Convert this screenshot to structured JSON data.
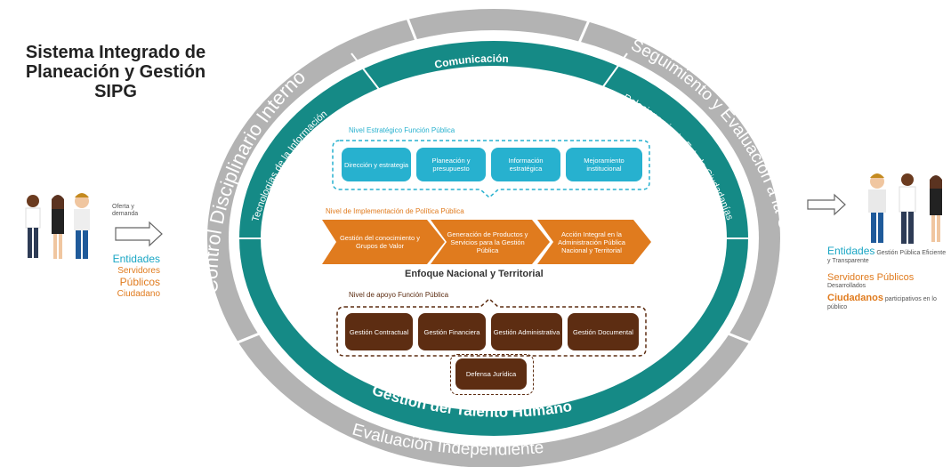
{
  "title": [
    "Sistema Integrado de",
    "Planeación y Gestión",
    "SIPG"
  ],
  "rings": {
    "outer_left": "Control Disciplinario Interno",
    "outer_right": "Seguimiento y Evaluación a la Gestión",
    "outer_bottom": "Evaluación Independiente",
    "inner_top": "Comunicación",
    "inner_left": "Tecnologías de la Información",
    "inner_right": "Relacionamiento Estado Ciudadanías",
    "inner_bottom": "Gestión del Talento Humano"
  },
  "strategic": {
    "label": "Nivel Estratégico Función Pública",
    "boxes": [
      "Dirección y estrategia",
      "Planeación y presupuesto",
      "Información estratégica",
      "Mejoramiento institucional"
    ]
  },
  "implementation": {
    "label": "Nivel de Implementación de Política Pública",
    "arrows": [
      "Gestión del conocimiento y Grupos de Valor",
      "Generación de Productos y Servicios para la Gestión Pública",
      "Acción Integral en la Administración Pública Nacional y Territorial"
    ]
  },
  "center_label": "Enfoque Nacional y Territorial",
  "support": {
    "label": "Nivel de apoyo Función Pública",
    "boxes": [
      "Gestión Contractual",
      "Gestión Financiera",
      "Gestión Administrativa",
      "Gestión Documental"
    ],
    "bottom_box": "Defensa Jurídica"
  },
  "left_side": {
    "oferta": "Oferta y demanda",
    "entidades": "Entidades",
    "servidores": "Servidores",
    "publicos": "Públicos",
    "ciudadano": "Ciudadano"
  },
  "right_side": {
    "entidades": "Entidades",
    "entidades_desc": "Gestión Pública Eficiente y Transparente",
    "servidores": "Servidores Públicos",
    "servidores_desc": "Desarrollados",
    "ciudadanos": "Ciudadanos",
    "ciudadanos_desc": "participativos en lo público"
  },
  "colors": {
    "gray_ring": "#b3b3b3",
    "teal_ring": "#158a86",
    "cyan": "#27b1cf",
    "orange": "#e07b1e",
    "brown": "#5d2d12"
  }
}
